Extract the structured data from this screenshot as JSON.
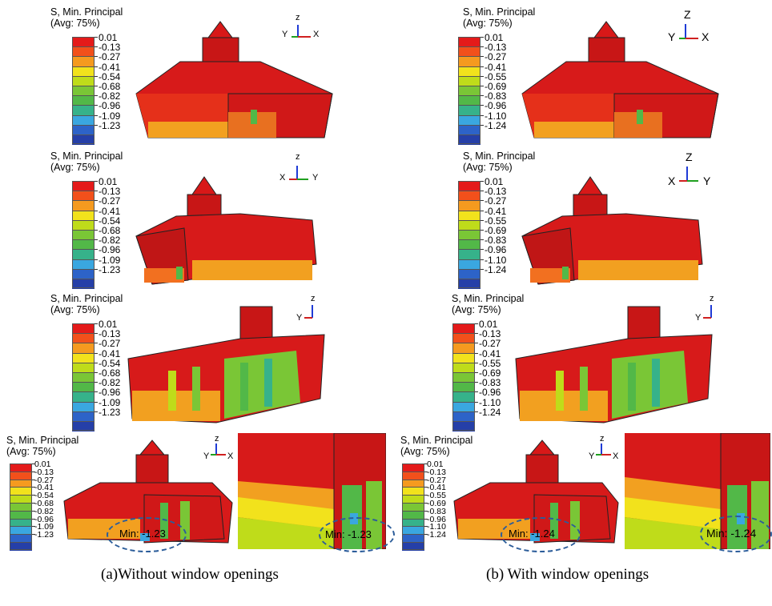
{
  "legend_title_line1": "S, Min. Principal",
  "legend_title_line2": "(Avg: 75%)",
  "colors": [
    "#e41a1a",
    "#f2501b",
    "#f59a1f",
    "#f2e21c",
    "#bfdc1a",
    "#7ac636",
    "#52b848",
    "#36b28a",
    "#3aa7e0",
    "#2d63c8",
    "#253fa8"
  ],
  "legend_values_a": [
    "0.01",
    "-0.13",
    "-0.27",
    "-0.41",
    "-0.54",
    "-0.68",
    "-0.82",
    "-0.96",
    "-1.09",
    "-1.23"
  ],
  "legend_values_b": [
    "0.01",
    "-0.13",
    "-0.27",
    "-0.41",
    "-0.55",
    "-0.69",
    "-0.83",
    "-0.96",
    "-1.10",
    "-1.24"
  ],
  "axes": {
    "row1_a": {
      "up": "z",
      "left": "Y",
      "right": "X"
    },
    "row1_b": {
      "up": "Z",
      "left": "Y",
      "right": "X"
    },
    "row2_a": {
      "up": "z",
      "left": "X",
      "right": "Y"
    },
    "row2_b": {
      "up": "Z",
      "left": "X",
      "right": "Y"
    },
    "row3": {
      "up": "z",
      "left": "Y",
      "right": ""
    },
    "row4": {
      "up": "z",
      "left": "Y",
      "right": "X"
    }
  },
  "min_a": "Min: -1.23",
  "min_b": "Min: -1.24",
  "caption_a": "(a)Without window openings",
  "caption_b": "(b) With window openings"
}
